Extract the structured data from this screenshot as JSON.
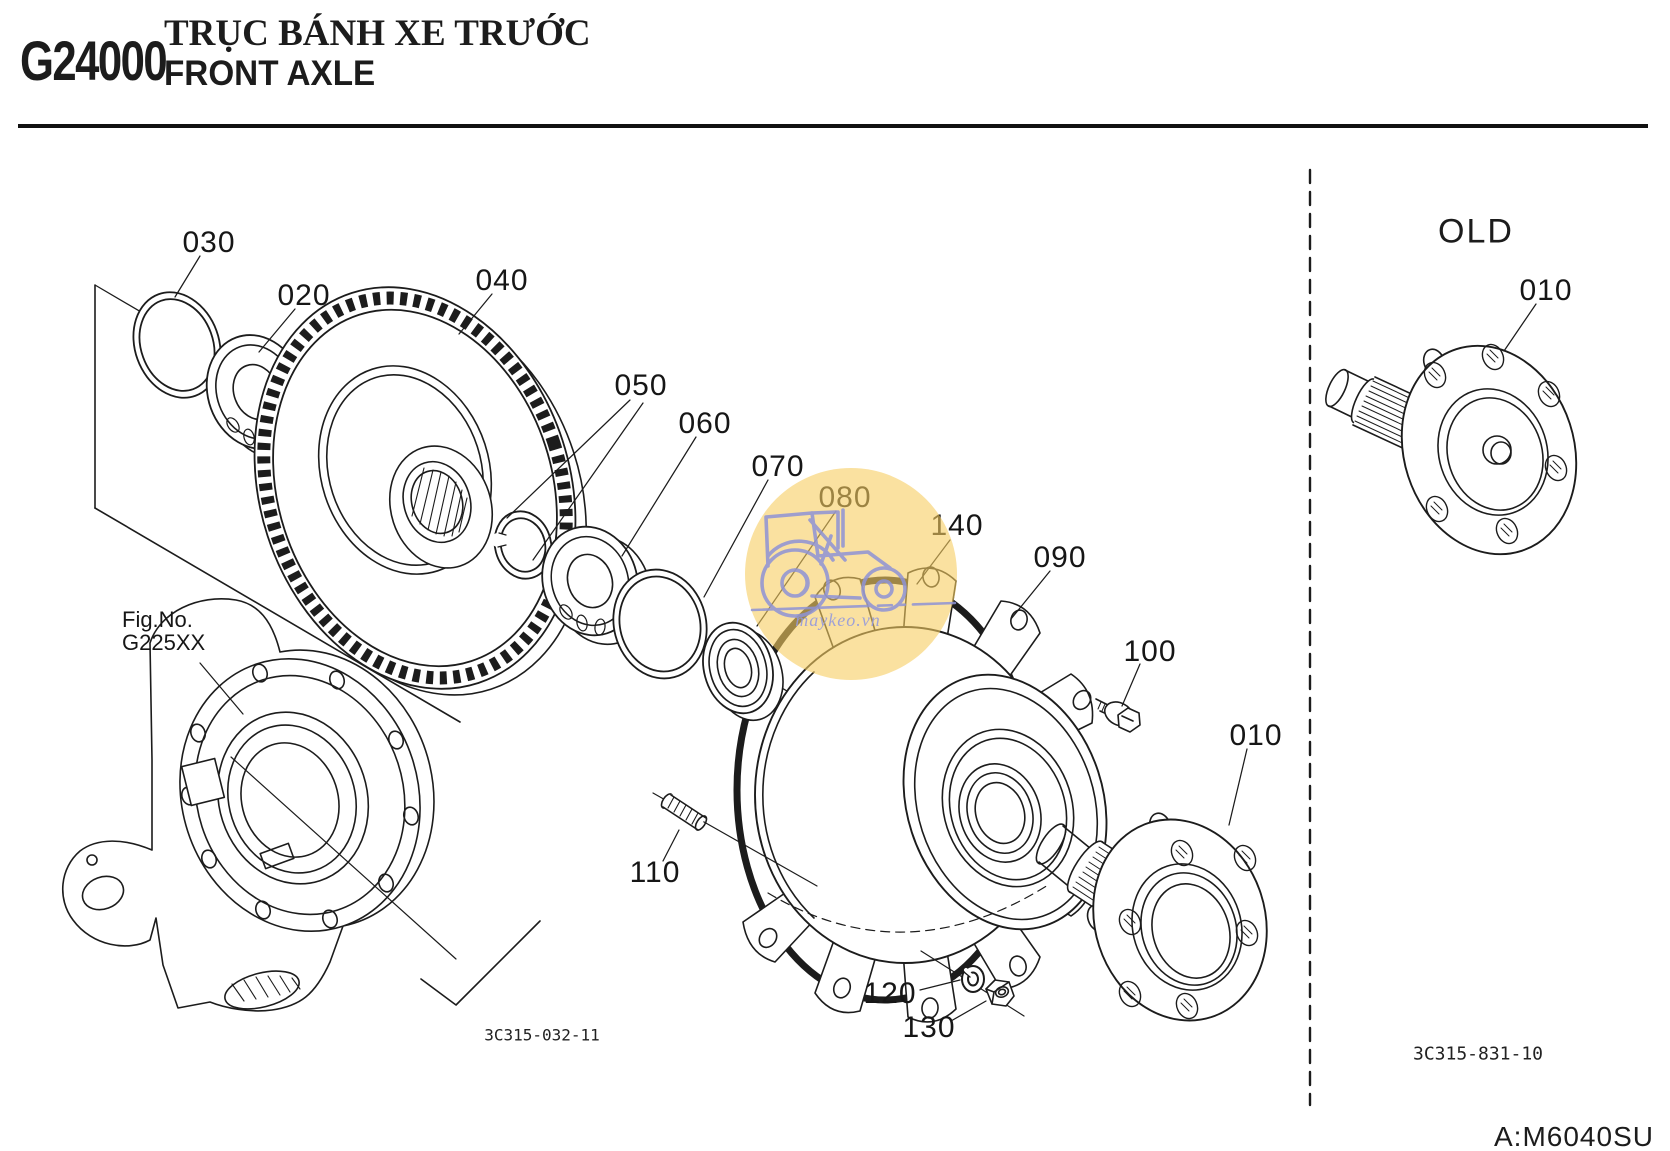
{
  "header": {
    "section_code": "G24000",
    "title_vi": "TRỤC BÁNH XE TRƯỚC",
    "title_en": "FRONT AXLE"
  },
  "figure": {
    "fig_no_label": "Fig.No.",
    "fig_no_value": "G225XX",
    "drawing_number_main": "3C315-032-11",
    "drawing_number_old": "3C315-831-10",
    "old_section_label": "OLD",
    "model_code": "A:M6040SU"
  },
  "parts": {
    "010": "010",
    "010_old": "010",
    "020": "020",
    "030": "030",
    "040": "040",
    "050": "050",
    "060": "060",
    "070": "070",
    "080": "080",
    "090": "090",
    "100": "100",
    "110": "110",
    "120": "120",
    "130": "130",
    "140": "140"
  },
  "watermark": {
    "text": "maykeo.vn",
    "icon": "tractor-icon",
    "circle_color": "#F6CD60",
    "art_color": "#8F93D6"
  },
  "colors": {
    "line": "#1c1c1c",
    "background": "#ffffff"
  }
}
